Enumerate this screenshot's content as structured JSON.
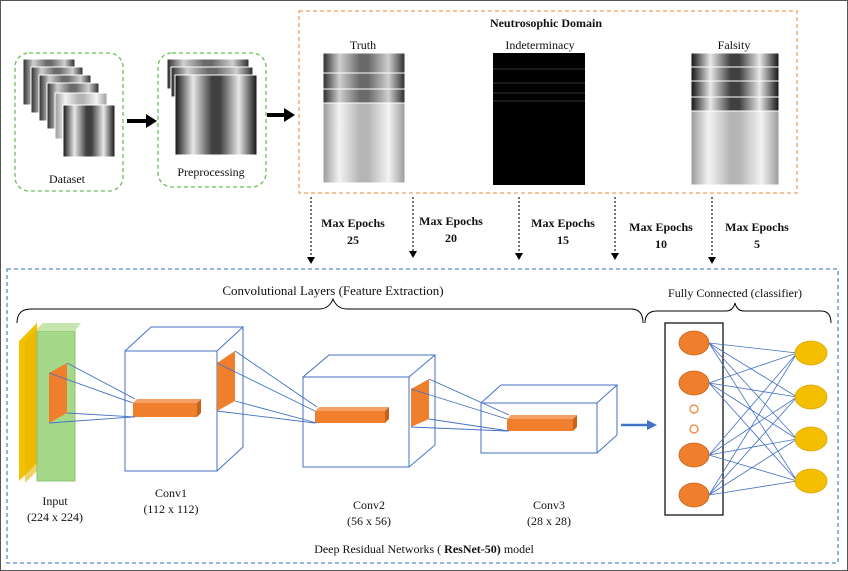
{
  "top": {
    "dataset_label": "Dataset",
    "preprocessing_label": "Preprocessing",
    "domain_title": "Neutrosophic  Domain",
    "truth_label": "Truth",
    "indeterminacy_label": "Indeterminacy",
    "falsity_label": "Falsity"
  },
  "epochs": [
    {
      "line1": "Max Epochs",
      "line2": "25"
    },
    {
      "line1": "Max Epochs",
      "line2": "20"
    },
    {
      "line1": "Max Epochs",
      "line2": "15"
    },
    {
      "line1": "Max Epochs",
      "line2": "10"
    },
    {
      "line1": "Max Epochs",
      "line2": "5"
    }
  ],
  "model": {
    "conv_section_label": "Convolutional Layers (Feature Extraction)",
    "fc_section_label": "Fully Connected (classifier)",
    "input_label": "Input",
    "input_size": "(224 x 224)",
    "conv1_label": "Conv1",
    "conv1_size": "(112 x 112)",
    "conv2_label": "Conv2",
    "conv2_size": "(56 x 56)",
    "conv3_label": "Conv3",
    "conv3_size": "(28 x 28)",
    "caption_prefix": "Deep Residual Networks ( ",
    "caption_bold": "ResNet-50)",
    "caption_suffix": " model"
  },
  "colors": {
    "green_dash": "#6bbf59",
    "orange_dash": "#f0a060",
    "blue_dash": "#5b8cc0",
    "orange_fill": "#f07f2d",
    "yellow_fill": "#f4bf00",
    "line_blue": "#4472c4",
    "input_green": "#a6d88a",
    "input_yellow": "#f2c200"
  }
}
